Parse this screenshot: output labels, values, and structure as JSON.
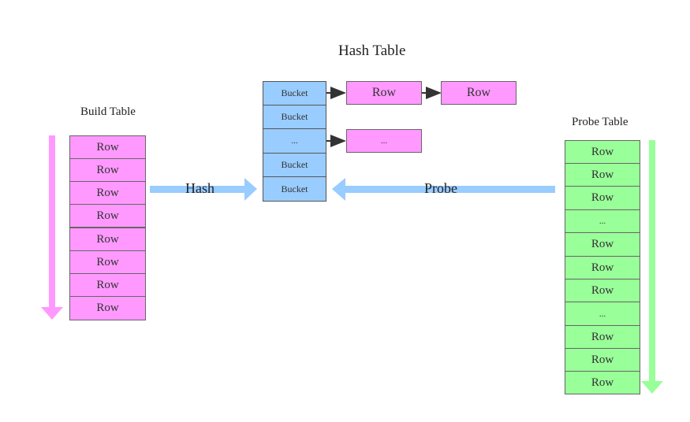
{
  "hash_table": {
    "title": "Hash Table",
    "buckets": [
      "Bucket",
      "Bucket",
      "...",
      "Bucket",
      "Bucket"
    ],
    "chains": [
      [
        "Row",
        "Row"
      ],
      [],
      [
        "..."
      ],
      [],
      []
    ]
  },
  "build_table": {
    "title": "Build Table",
    "rows": [
      "Row",
      "Row",
      "Row",
      "Row",
      "Row",
      "Row",
      "Row",
      "Row"
    ]
  },
  "probe_table": {
    "title": "Probe Table",
    "rows": [
      "Row",
      "Row",
      "Row",
      "...",
      "Row",
      "Row",
      "Row",
      "...",
      "Row",
      "Row",
      "Row"
    ]
  },
  "arrows": {
    "hash_label": "Hash",
    "probe_label": "Probe"
  },
  "colors": {
    "build_fill": "#ff99ff",
    "probe_fill": "#99ff99",
    "bucket_fill": "#99ccff",
    "flow_blue": "#99ccff",
    "flow_pink": "#ff99ff",
    "flow_green": "#99ff99"
  }
}
